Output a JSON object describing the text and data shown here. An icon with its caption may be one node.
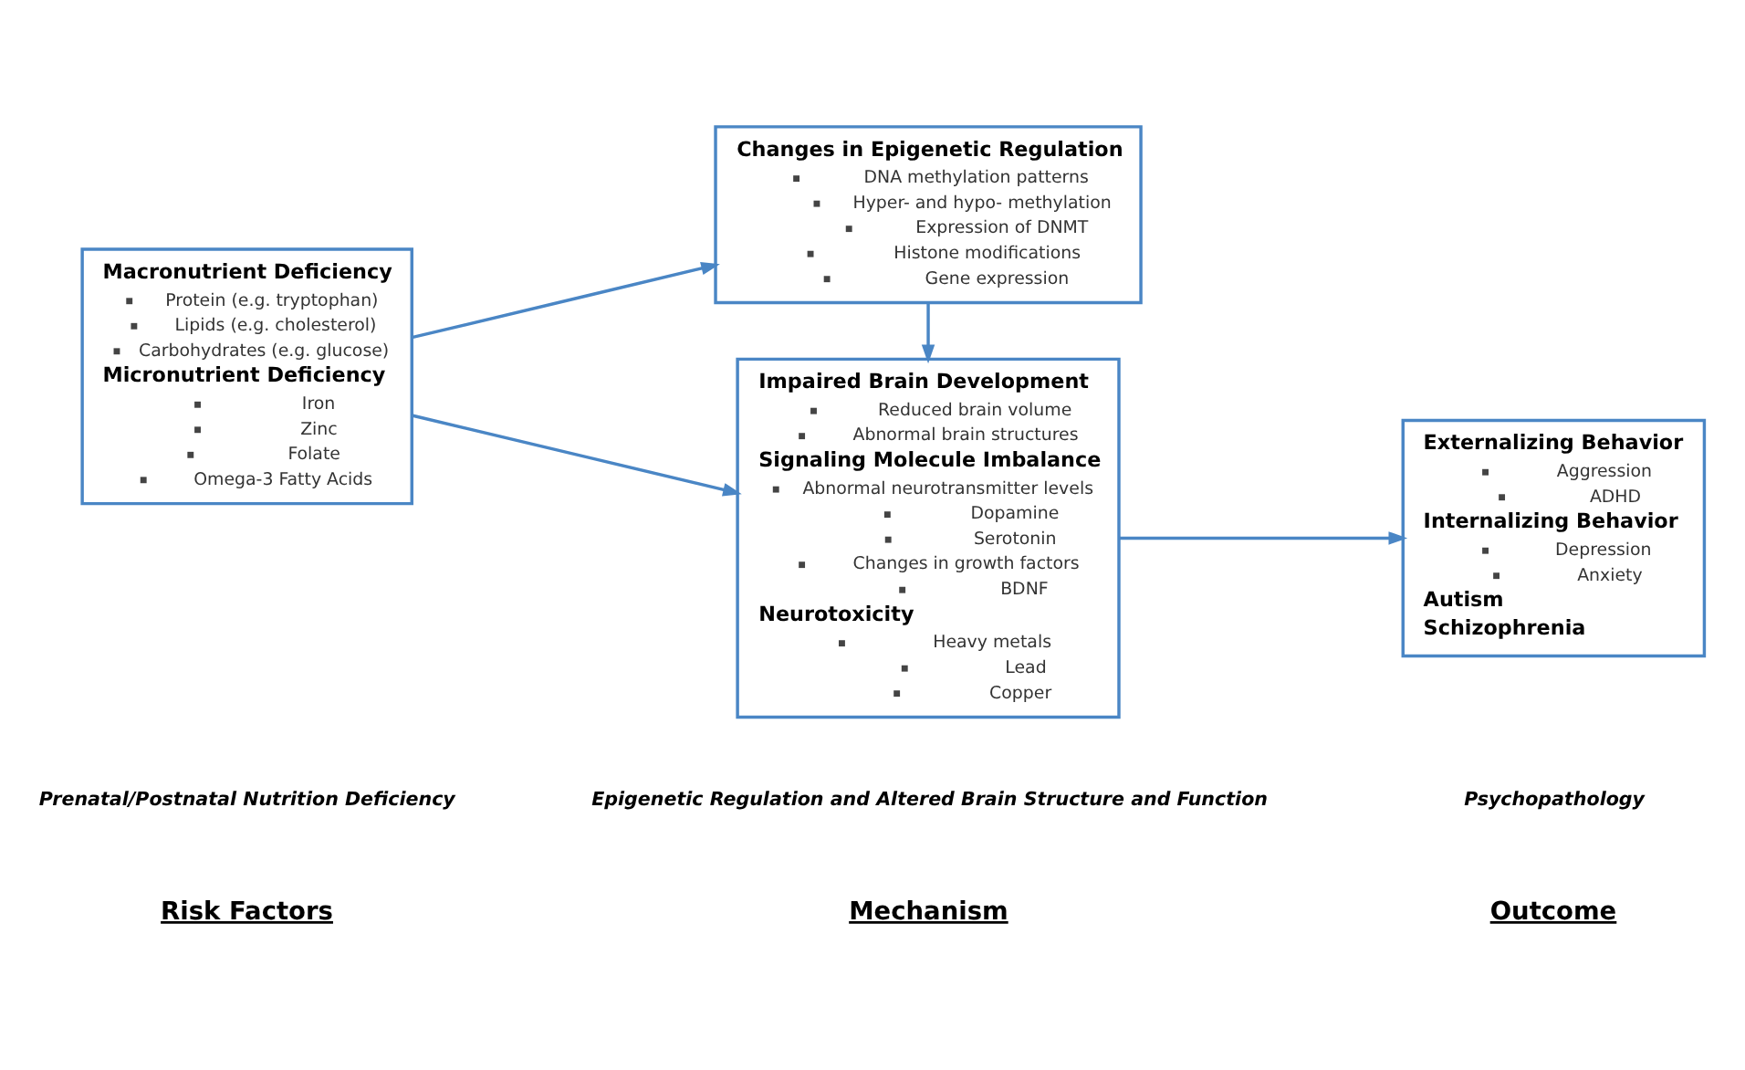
{
  "diagram": {
    "nodes": [
      {
        "text": [
          "Macronutrient Deficiency",
          "Protein (e.g. tryptophan)",
          "Lipids (e.g. cholesterol)",
          "Carbohydrates (e.g. glucose)",
          "Micronutrient Deficiency",
          "Iron",
          "Zinc",
          "Folate",
          "Omega-3 Fatty Acids"
        ]
      },
      {
        "text": [
          "Changes in Epigenetic Regulation",
          "DNA methylation patterns",
          "Hyper- and hypo- methylation",
          "Expression of DNMT",
          "Histone modifications",
          "Gene expression"
        ]
      },
      {
        "text": [
          "Impaired Brain Development",
          "Reduced brain volume",
          "Abnormal brain structures",
          "Signaling Molecule Imbalance",
          "Abnormal neurotransmitter levels",
          "Dopamine",
          "Serotonin",
          "Changes in growth factors",
          "BDNF",
          "Neurotoxicity",
          "Heavy metals",
          "Lead",
          "Copper"
        ]
      },
      {
        "text": [
          "Externalizing Behavior",
          "Aggression",
          "ADHD",
          "Internalizing Behavior",
          "Depression",
          "Anxiety",
          "Autism",
          "Schizophrenia"
        ]
      }
    ],
    "edges": [
      {
        "from": 0,
        "to": 1,
        "arrow": "to"
      },
      {
        "from": 0,
        "to": 2,
        "arrow": "to"
      },
      {
        "from": 1,
        "to": 2,
        "arrow": "to"
      },
      {
        "from": 2,
        "to": 3,
        "arrow": "to"
      }
    ],
    "labels": [
      "Risk Factors",
      "Mechanism",
      "Outcome",
      "Prenatal/Postnatal Nutrition Deficiency",
      "Epigenetic Regulation and Altered Brain Structure and Function",
      "Psychopathology"
    ]
  }
}
